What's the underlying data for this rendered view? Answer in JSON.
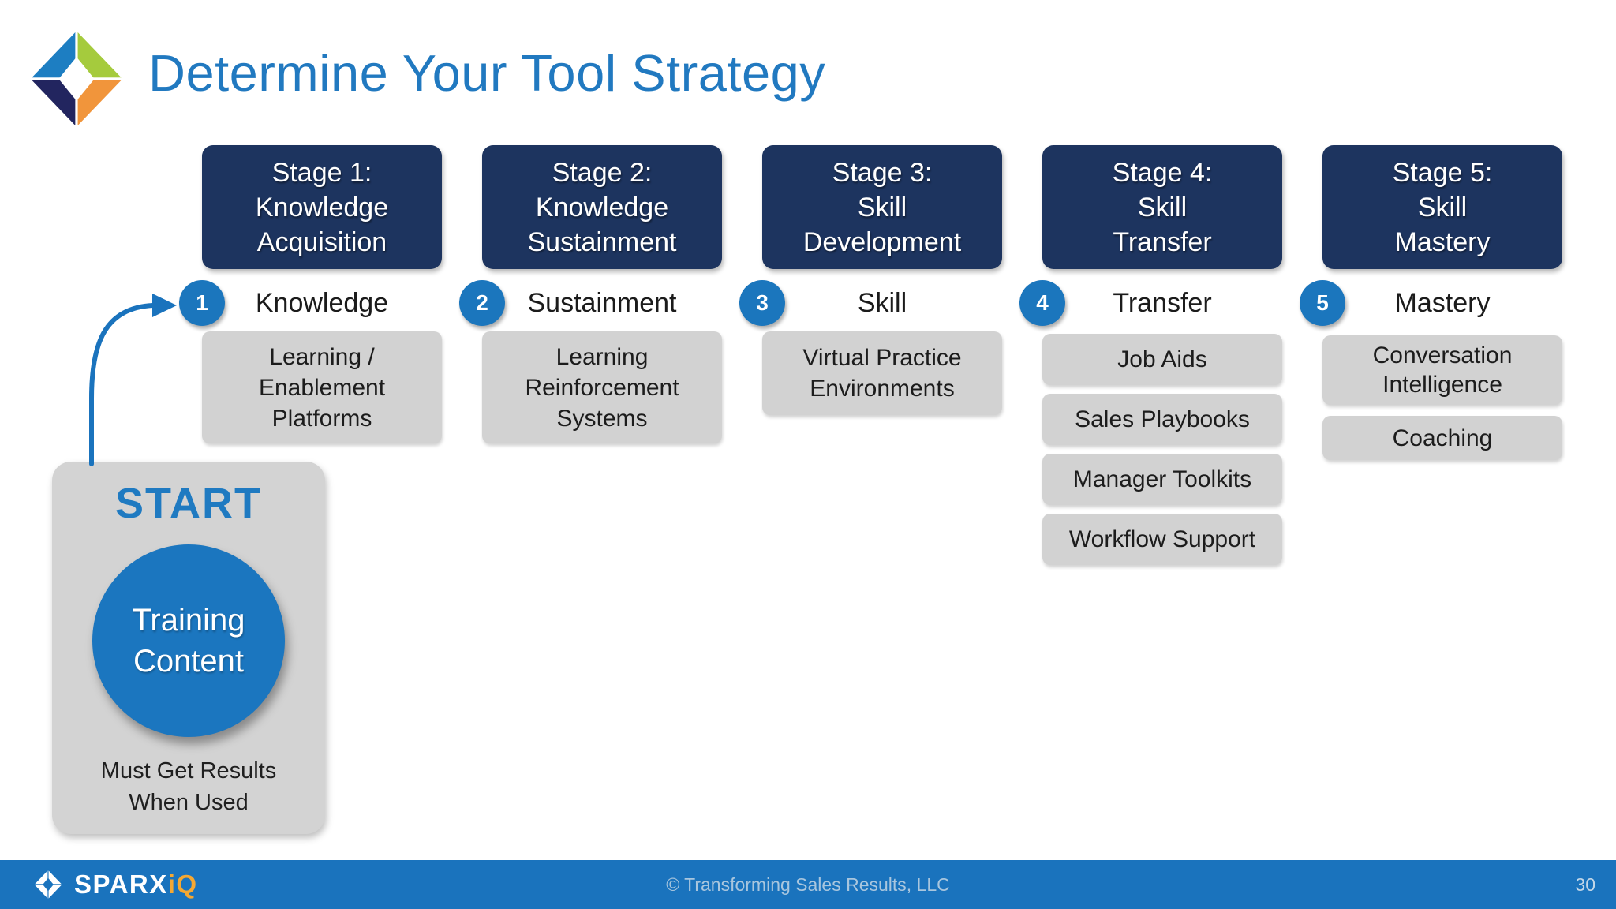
{
  "slide": {
    "title": "Determine Your Tool Strategy",
    "page_number": "30",
    "footer_copyright": "© Transforming Sales Results, LLC",
    "brand": {
      "name_main": "SPARX",
      "name_accent": "iQ"
    }
  },
  "icons": {
    "header_logo": "sparx-diamond-icon",
    "footer_logo": "sparx-diamond-icon-white",
    "arrow": "curved-flow-arrow"
  },
  "colors": {
    "title_blue": "#2179c0",
    "stage_navy": "#1d345f",
    "badge_blue": "#1b76bd",
    "tool_gray": "#d2d2d2",
    "start_panel_gray": "#d3d3d3",
    "circle_blue": "#1b76bf",
    "footer_blue": "#1a73bd",
    "brand_orange": "#f5a833",
    "logo_blue": "#1d7ec2",
    "logo_green": "#a5cb3d",
    "logo_navy": "#22255f",
    "logo_orange": "#f1953b"
  },
  "start": {
    "label": "START",
    "circle_lines": [
      "Training",
      "Content"
    ],
    "note_lines": [
      "Must Get Results",
      "When Used"
    ]
  },
  "stages": [
    {
      "number": "1",
      "title_lines": [
        "Stage 1:",
        "Knowledge",
        "Acquisition"
      ],
      "label": "Knowledge",
      "tools": [
        [
          "Learning /",
          "Enablement",
          "Platforms"
        ]
      ]
    },
    {
      "number": "2",
      "title_lines": [
        "Stage 2:",
        "Knowledge",
        "Sustainment"
      ],
      "label": "Sustainment",
      "tools": [
        [
          "Learning",
          "Reinforcement",
          "Systems"
        ]
      ]
    },
    {
      "number": "3",
      "title_lines": [
        "Stage 3:",
        "Skill",
        "Development"
      ],
      "label": "Skill",
      "tools": [
        [
          "Virtual Practice",
          "Environments"
        ]
      ]
    },
    {
      "number": "4",
      "title_lines": [
        "Stage 4:",
        "Skill",
        "Transfer"
      ],
      "label": "Transfer",
      "tools": [
        [
          "Job Aids"
        ],
        [
          "Sales Playbooks"
        ],
        [
          "Manager Toolkits"
        ],
        [
          "Workflow Support"
        ]
      ]
    },
    {
      "number": "5",
      "title_lines": [
        "Stage 5:",
        "Skill",
        "Mastery"
      ],
      "label": "Mastery",
      "tools": [
        [
          "Conversation",
          "Intelligence"
        ],
        [
          "Coaching"
        ]
      ]
    }
  ]
}
